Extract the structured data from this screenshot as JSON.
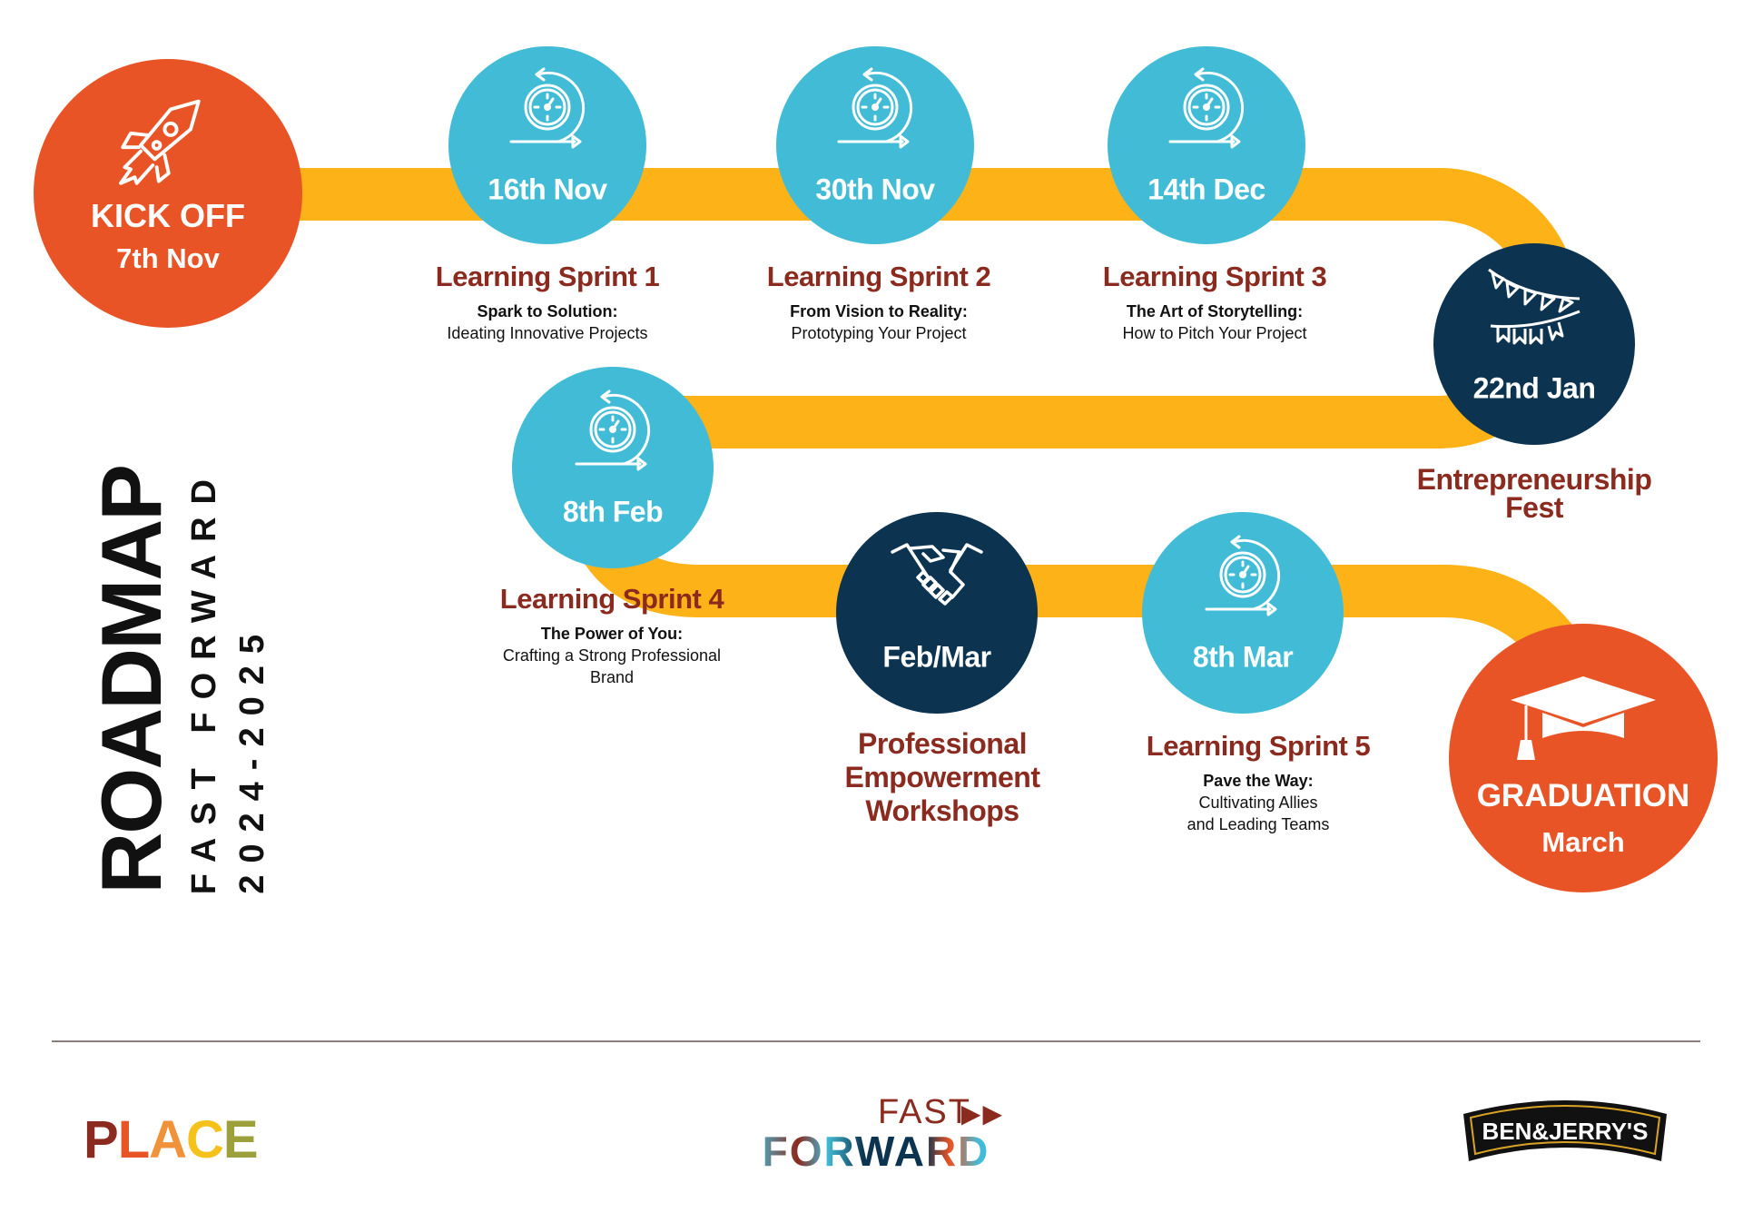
{
  "title": {
    "main": "ROADMAP",
    "program": "FAST FORWARD",
    "years": "2024-2025"
  },
  "colors": {
    "orange": "#E85426",
    "blue": "#42BCD6",
    "navy": "#0C334F",
    "road": "#FDB218",
    "maroon": "#8B2A1F"
  },
  "kickoff": {
    "label": "KICK OFF",
    "date": "7th Nov",
    "icon": "rocket-icon"
  },
  "sprints": [
    {
      "date": "16th Nov",
      "title": "Learning Sprint 1",
      "subtitle": "Spark to Solution:",
      "description": [
        "Ideating Innovative Projects"
      ]
    },
    {
      "date": "30th Nov",
      "title": "Learning Sprint 2",
      "subtitle": "From Vision to Reality:",
      "description": [
        "Prototyping Your Project"
      ]
    },
    {
      "date": "14th Dec",
      "title": "Learning Sprint 3",
      "subtitle": "The Art of Storytelling:",
      "description": [
        "How to Pitch Your Project"
      ]
    },
    {
      "date": "8th Feb",
      "title": "Learning Sprint 4",
      "subtitle": "The Power of You:",
      "description": [
        "Crafting a Strong Professional",
        "Brand"
      ]
    },
    {
      "date": "8th Mar",
      "title": "Learning Sprint 5",
      "subtitle": "Pave the Way:",
      "description": [
        "Cultivating Allies",
        "and Leading Teams"
      ]
    }
  ],
  "events": [
    {
      "date": "22nd Jan",
      "title": [
        "Entrepreneurship",
        "Fest"
      ],
      "icon": "bunting-icon"
    },
    {
      "date": "Feb/Mar",
      "title": [
        "Professional",
        "Empowerment",
        "Workshops"
      ],
      "icon": "handshake-icon"
    }
  ],
  "graduation": {
    "label": "GRADUATION",
    "date": "March",
    "icon": "graduation-cap-icon"
  },
  "footer": {
    "logos": [
      {
        "name": "PLACE",
        "letters": [
          "P",
          "L",
          "A",
          "C",
          "E"
        ]
      },
      {
        "name": "FAST FORWARD",
        "line1": "FAST",
        "line2": "FORWARD"
      },
      {
        "name": "BEN&JERRY'S"
      }
    ]
  }
}
